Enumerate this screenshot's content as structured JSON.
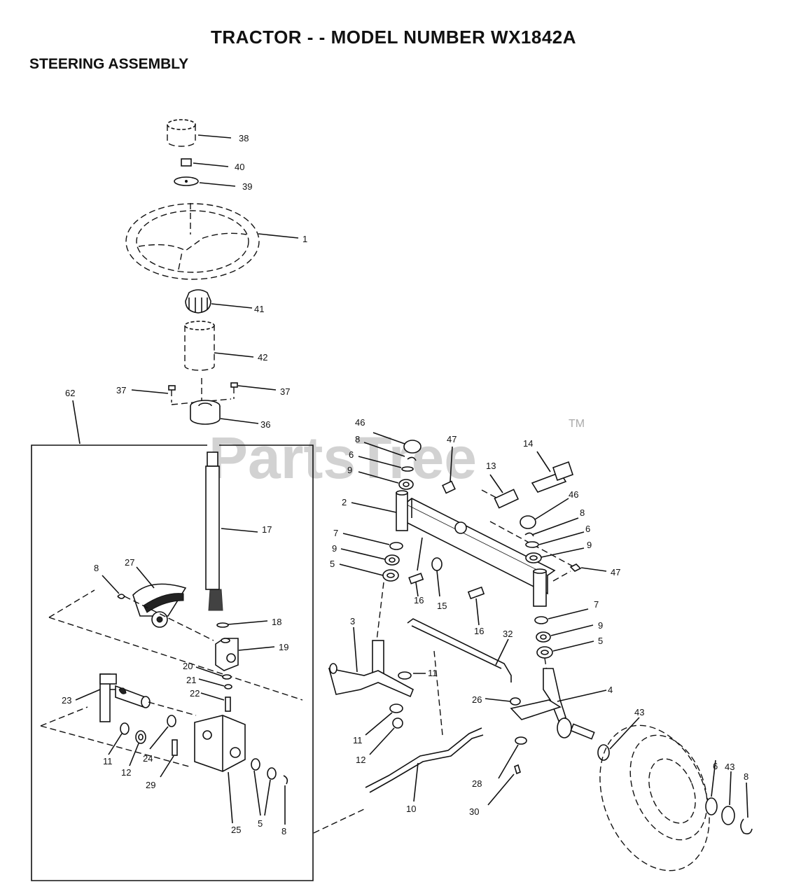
{
  "title": "TRACTOR - - MODEL NUMBER WX1842A",
  "section": "STEERING ASSEMBLY",
  "watermark": {
    "text": "PartsTree",
    "tm": "TM"
  },
  "callouts": {
    "c38": "38",
    "c40": "40",
    "c39": "39",
    "c1": "1",
    "c41": "41",
    "c42": "42",
    "c37a": "37",
    "c37b": "37",
    "c36": "36",
    "c62": "62",
    "c17": "17",
    "c8a": "8",
    "c27": "27",
    "c18": "18",
    "c19": "19",
    "c20": "20",
    "c21": "21",
    "c22": "22",
    "c23": "23",
    "c11a": "11",
    "c12a": "12",
    "c24": "24",
    "c29": "29",
    "c25": "25",
    "c5a": "5",
    "c8b": "8",
    "c46a": "46",
    "c8c": "8",
    "c6a": "6",
    "c9a": "9",
    "c2": "2",
    "c7a": "7",
    "c9b": "9",
    "c5b": "5",
    "c16a": "16",
    "c15": "15",
    "c47a": "47",
    "c13": "13",
    "c14": "14",
    "c46b": "46",
    "c8d": "8",
    "c6b": "6",
    "c9c": "9",
    "c47b": "47",
    "c16b": "16",
    "c7b": "7",
    "c9d": "9",
    "c5c": "5",
    "c3": "3",
    "c32": "32",
    "c11b": "11",
    "c26": "26",
    "c4": "4",
    "c43a": "43",
    "c11c": "11",
    "c12b": "12",
    "c28": "28",
    "c10": "10",
    "c30": "30",
    "c6c": "6",
    "c43b": "43",
    "c8e": "8"
  }
}
